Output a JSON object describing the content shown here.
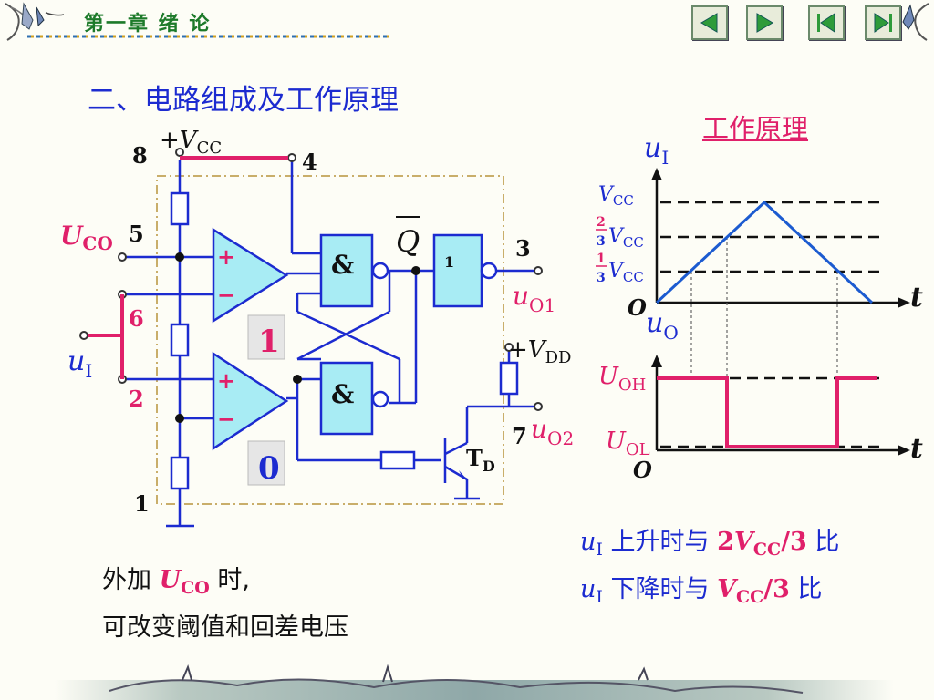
{
  "header": {
    "chapter": "第一章  绪    论"
  },
  "nav": {
    "buttons": [
      "prev",
      "next",
      "first",
      "last"
    ]
  },
  "section_title": "二、电路组成及工作原理",
  "working_principle_title": "工作原理",
  "circuit": {
    "pins": {
      "p8": "8",
      "p4": "4",
      "p5": "5",
      "p3": "3",
      "p6": "6",
      "p2": "2",
      "p7": "7",
      "p1": "1"
    },
    "vcc": {
      "plus": "+",
      "v": "V",
      "sub": "CC"
    },
    "uco": {
      "u": "U",
      "sub": "CO"
    },
    "ui": {
      "u": "u",
      "sub": "I"
    },
    "uo1": {
      "u": "u",
      "sub": "O1"
    },
    "uo2": {
      "u": "u",
      "sub": "O2"
    },
    "vdd": {
      "plus": "+",
      "v": "V",
      "sub": "DD"
    },
    "qbar": "Q",
    "and_gate": "&",
    "not_gate": "1",
    "state_top": "1",
    "state_bottom": "0",
    "transistor": {
      "t": "T",
      "sub": "D"
    }
  },
  "waveform": {
    "ui": {
      "u": "u",
      "sub": "I"
    },
    "uo": {
      "u": "u",
      "sub": "O"
    },
    "t": "t",
    "origin": "O",
    "levels": {
      "vcc": {
        "v": "V",
        "sub": "CC"
      },
      "two_thirds": {
        "num": "2",
        "den": "3",
        "v": "V",
        "sub": "CC"
      },
      "one_third": {
        "num": "1",
        "den": "3",
        "v": "V",
        "sub": "CC"
      },
      "uoh": {
        "u": "U",
        "sub": "OH"
      },
      "uol": {
        "u": "U",
        "sub": "OL"
      }
    }
  },
  "notes": {
    "left_line1_a": "外加 ",
    "left_uco_u": "U",
    "left_uco_sub": "CO",
    "left_line1_b": " 时,",
    "left_line2": "可改变阈值和回差电压",
    "right1_u": "u",
    "right1_sub": "I",
    "right1_text": " 上升时与 ",
    "right1_val_pre": "2",
    "right1_val_v": "V",
    "right1_val_sub": "CC",
    "right1_val_post": "/3",
    "right1_tail": " 比",
    "right2_u": "u",
    "right2_sub": "I",
    "right2_text": " 下降时与 ",
    "right2_val_v": "V",
    "right2_val_sub": "CC",
    "right2_val_post": "/3",
    "right2_tail": " 比"
  },
  "colors": {
    "circuit_blue": "#1c2bd0",
    "accent_pink": "#e0206a",
    "gate_fill": "#a8ecf4",
    "frame": "#c9ae6a"
  }
}
